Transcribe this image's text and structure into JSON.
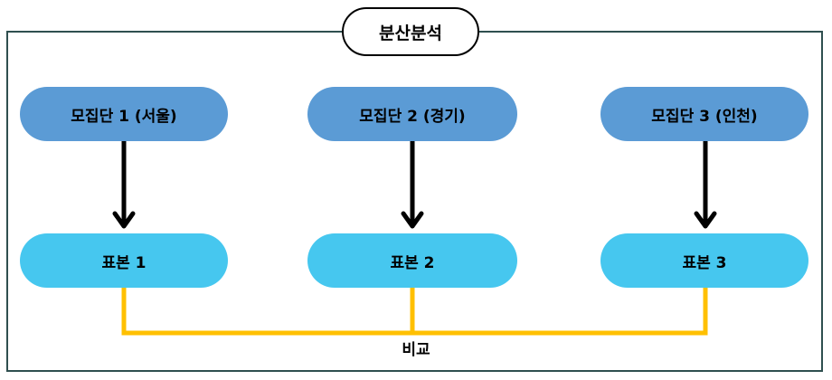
{
  "title": "분산분석",
  "populations": [
    {
      "label": "모집단 1 (서울)"
    },
    {
      "label": "모집단 2 (경기)"
    },
    {
      "label": "모집단 3 (인천)"
    }
  ],
  "samples": [
    {
      "label": "표본 1"
    },
    {
      "label": "표본 2"
    },
    {
      "label": "표본 3"
    }
  ],
  "compare_label": "비교",
  "colors": {
    "population_fill": "#5b9bd5",
    "sample_fill": "#46c7ef",
    "compare_line": "#ffc000",
    "frame_border": "#2f4f4f"
  }
}
